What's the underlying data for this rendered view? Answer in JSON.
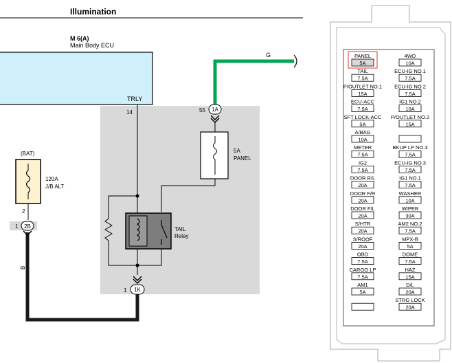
{
  "header": {
    "title": "Illumination"
  },
  "ecu": {
    "code": "M 6(A)",
    "name": "Main Body ECU",
    "pin_label": "TRLY",
    "pin_number": "14"
  },
  "battery": {
    "label": "(BAT)",
    "fuse_rating": "120A",
    "fuse_name": "J/B ALT",
    "pin": "2"
  },
  "connectors": {
    "c2b": {
      "label": "2B",
      "pin": "1"
    },
    "c1a": {
      "label": "1A",
      "pin": "55"
    },
    "c1k": {
      "label": "1K",
      "pin": "1"
    }
  },
  "fuse_panel": {
    "rating": "5A",
    "name": "PANEL"
  },
  "relay": {
    "name": "TAIL",
    "type": "Relay"
  },
  "wires": {
    "ground_color": "G",
    "battery_color": "B"
  },
  "fuse_box": {
    "rows": [
      {
        "left_label": "PANEL",
        "left_value": "5A",
        "right_label": "4WD",
        "right_value": "10A",
        "highlight": "left"
      },
      {
        "left_label": "TAIL",
        "left_value": "7.5A",
        "right_label": "ECU-IG NO.1",
        "right_value": "7.5A"
      },
      {
        "left_label": "P/OUTLET NO.1",
        "left_value": "15A",
        "right_label": "ECU-IG NO.2",
        "right_value": "7.5A"
      },
      {
        "left_label": "ECU-ACC",
        "left_value": "7.5A",
        "right_label": "IG1 NO.2",
        "right_value": "10A"
      },
      {
        "left_label": "SFT LOCK-ACC",
        "left_value": "5A",
        "right_label": "P/OUTLET NO.2",
        "right_value": "15A"
      },
      {
        "left_label": "A/BAG",
        "left_value": "10A",
        "right_label": "",
        "right_value": ""
      },
      {
        "left_label": "METER",
        "left_value": "7.5A",
        "right_label": "BKUP LP NO.3",
        "right_value": "7.5A"
      },
      {
        "left_label": "IG2",
        "left_value": "7.5A",
        "right_label": "ECU-IG NO.3",
        "right_value": "7.5A"
      },
      {
        "left_label": "DOOR R/L",
        "left_value": "20A",
        "right_label": "IG1 NO.1",
        "right_value": "7.5A"
      },
      {
        "left_label": "DOOR F/R",
        "left_value": "20A",
        "right_label": "WASHER",
        "right_value": "10A"
      },
      {
        "left_label": "DOOR F/L",
        "left_value": "20A",
        "right_label": "WIPER",
        "right_value": "30A"
      },
      {
        "left_label": "S/HTR",
        "left_value": "20A",
        "right_label": "AM2 NO.2",
        "right_value": "7.5A"
      },
      {
        "left_label": "S/ROOF",
        "left_value": "20A",
        "right_label": "MPX-B",
        "right_value": "5A"
      },
      {
        "left_label": "OBD",
        "left_value": "7.5A",
        "right_label": "DOME",
        "right_value": "7.5A"
      },
      {
        "left_label": "CARGO LP",
        "left_value": "7.5A",
        "right_label": "HAZ",
        "right_value": "15A"
      },
      {
        "left_label": "AM1",
        "left_value": "5A",
        "right_label": "D/L",
        "right_value": "20A"
      },
      {
        "left_label": "",
        "left_value": "",
        "right_label": "STRG LOCK",
        "right_value": "20A"
      }
    ]
  },
  "colors": {
    "ecu_fill": "#cfeffa",
    "relay_area": "#d9d9d9",
    "ground_wire": "#00a651",
    "battery_wire": "#1a1a1a",
    "fuse_fill": "#fdf3d0",
    "relay_fill": "#7d7d7d",
    "highlight": "#e0312b"
  }
}
